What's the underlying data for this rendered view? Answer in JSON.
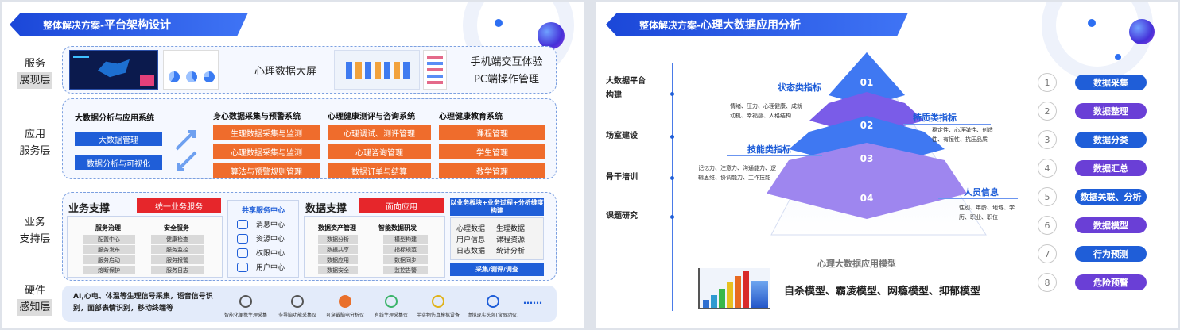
{
  "left": {
    "banner_prefix": "整体解决方案-",
    "banner_title": "平台架构设计",
    "layers": [
      {
        "l1": "服务",
        "l2": "展现层"
      },
      {
        "l1": "应用",
        "l2": "服务层"
      },
      {
        "l1": "业务",
        "l2": "支持层"
      },
      {
        "l1": "硬件",
        "l2": "感知层"
      }
    ],
    "presentation": {
      "screen_label": "心理数据大屏",
      "mobile_label_1": "手机端交互体验",
      "mobile_label_2": "PC端操作管理"
    },
    "app": {
      "system1_title": "大数据分析与应用系统",
      "system1_items": [
        "大数据管理",
        "数据分析与可视化"
      ],
      "columns": [
        {
          "title": "身心数据采集与预警系统",
          "items": [
            "生理数据采集与监测",
            "心理数据采集与监测",
            "算法与预警规则管理"
          ]
        },
        {
          "title": "心理健康测评与咨询系统",
          "items": [
            "心理调试、测评管理",
            "心理咨询管理",
            "数据订单与结算"
          ]
        },
        {
          "title": "心理健康教育系统",
          "items": [
            "课程管理",
            "学生管理",
            "教学管理"
          ]
        }
      ]
    },
    "business": {
      "title": "业务支撑",
      "unified": "统一业务服务",
      "gov_title": "服务治理",
      "gov_items": [
        "配置中心",
        "服务发布",
        "服务启动",
        "熔断保护"
      ],
      "sec_title": "安全服务",
      "sec_items": [
        "健康检查",
        "服务监控",
        "服务报警",
        "服务日志"
      ],
      "shared_title": "共享服务中心",
      "shared_items": [
        "消息中心",
        "资源中心",
        "权限中心",
        "用户中心"
      ],
      "data_title": "数据支撑",
      "data_app": "面向应用",
      "asset_title": "数据资产管理",
      "asset_items": [
        "数据分析",
        "数据共享",
        "数据应用",
        "数据安全"
      ],
      "smart_title": "智能数据研发",
      "smart_items": [
        "模型构建",
        "指标规范",
        "数据同步",
        "监控告警"
      ],
      "right_header": "以业务板块+业务过程+分析维度构建",
      "right_items": [
        "心理数据",
        "生理数据",
        "用户信息",
        "课程资源",
        "日志数据",
        "统计分析"
      ],
      "right_footer": "采集/测评/调查"
    },
    "hardware": {
      "desc_1": "AI,心电、体温等生理信号采集，语音信号识",
      "desc_2": "别，面部表情识别，移动终端等",
      "devices": [
        "智能化便携生理采集",
        "多导脑功能采集仪",
        "可穿戴脑电分析仪",
        "有线生理采集仪",
        "半实物仿真模拟设备",
        "虚拟现实头盔(含眼动仪)"
      ],
      "more": "……"
    }
  },
  "right": {
    "banner_prefix": "整体解决方案-",
    "banner_title": "心理大数据应用分析",
    "timeline": [
      {
        "l1": "大数据平台",
        "l2": "构建"
      },
      {
        "l1": "场室建设",
        "l2": ""
      },
      {
        "l1": "骨干培训",
        "l2": ""
      },
      {
        "l1": "课题研究",
        "l2": ""
      }
    ],
    "pyramid": {
      "levels": [
        "01",
        "02",
        "03",
        "04"
      ],
      "caption": "心理大数据应用模型",
      "indicators": [
        {
          "title": "状态类指标",
          "desc_1": "情绪、压力、心理健康、成就",
          "desc_2": "动机、幸福感、人格结构"
        },
        {
          "title": "特质类指标",
          "desc_1": "稳定性、心理弹性、创造",
          "desc_2": "性、有恒性、抗压品质"
        },
        {
          "title": "技能类指标",
          "desc_1": "记忆力、注意力、沟通能力、逻",
          "desc_2": "辑思维、协调能力、工作技能"
        },
        {
          "title": "人员信息",
          "desc_1": "性别、年龄、地域、学",
          "desc_2": "历、职业、职位"
        }
      ]
    },
    "models_text": "自杀模型、霸凌模型、网瘾模型、抑郁模型",
    "steps": [
      {
        "n": "1",
        "label": "数据采集",
        "color": "#1f5ed8"
      },
      {
        "n": "2",
        "label": "数据整理",
        "color": "#6a3fd6"
      },
      {
        "n": "3",
        "label": "数据分类",
        "color": "#1f5ed8"
      },
      {
        "n": "4",
        "label": "数据汇总",
        "color": "#6a3fd6"
      },
      {
        "n": "5",
        "label": "数据关联、分析",
        "color": "#1f5ed8"
      },
      {
        "n": "6",
        "label": "数据模型",
        "color": "#6a3fd6"
      },
      {
        "n": "7",
        "label": "行为预测",
        "color": "#1f5ed8"
      },
      {
        "n": "8",
        "label": "危险预警",
        "color": "#6a3fd6"
      }
    ]
  }
}
